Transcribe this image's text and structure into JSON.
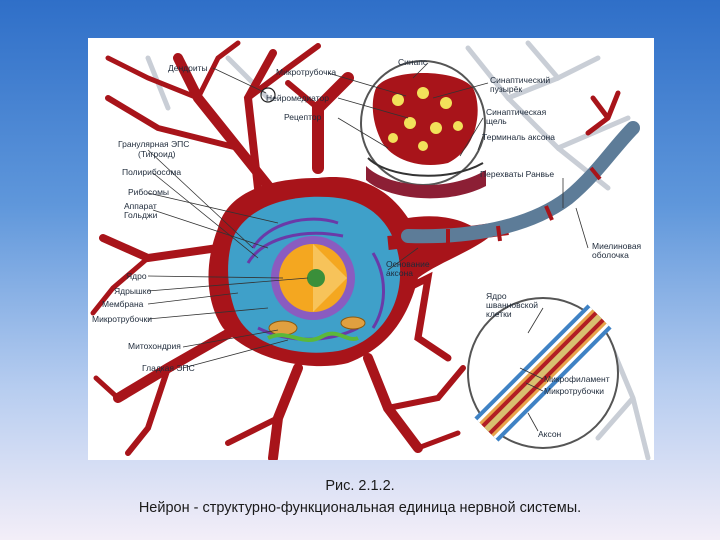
{
  "labels": {
    "dendrites": "Дендриты",
    "microtubule_top": "Микротрубочка",
    "neurotransmitter": "Нейромедиатор",
    "receptor": "Рецептор",
    "synapse": "Синапс",
    "synaptic_vesicle": "Синаптический пузырёк",
    "synaptic_cleft": "Синаптическая щель",
    "axon_terminal": "Терминаль аксона",
    "rough_er": "Гранулярная ЭПС",
    "rough_er_sub": "(Тигроид)",
    "polyribosome": "Полирибосома",
    "ribosomes": "Рибосомы",
    "golgi": "Аппарат Гольджи",
    "nodes_ranvier": "Перехваты Ранвье",
    "nucleus": "Ядро",
    "nucleolus": "Ядрышко",
    "membrane": "Мембрана",
    "microtubules": "Микротрубочки",
    "axon_hillock": "Основание аксона",
    "myelin": "Миелиновая оболочка",
    "schwann_nucleus": "Ядро шванновской клетки",
    "mitochondria": "Митохондрия",
    "smooth_er": "Гладкая ЭПС",
    "microfilament": "Микрофиламент",
    "microtubules_inset": "Микротрубочки",
    "axon": "Аксон"
  },
  "caption": {
    "line1": "Рис. 2.1.2.",
    "line2": "Нейрон - структурно-функциональная единица нервной системы."
  },
  "colors": {
    "neuron": "#a8141a",
    "nucleus": "#f4a720",
    "cytoplasm": "#3fa0c9",
    "myelin": "#5d7c98",
    "background_top": "#2f6fc8",
    "background_bottom": "#f3eef8"
  }
}
